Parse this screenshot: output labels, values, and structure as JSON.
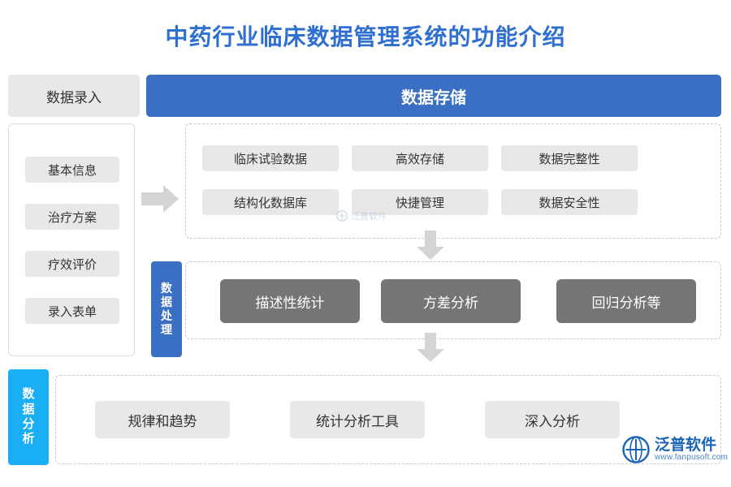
{
  "page": {
    "title": "中药行业临床数据管理系统的功能介绍"
  },
  "top": {
    "entry_label": "数据录入",
    "storage_label": "数据存储"
  },
  "left_panel": {
    "items": [
      {
        "label": "基本信息"
      },
      {
        "label": "治疗方案"
      },
      {
        "label": "疗效评价"
      },
      {
        "label": "录入表单"
      }
    ]
  },
  "storage_box": {
    "items": [
      {
        "label": "临床试验数据"
      },
      {
        "label": "高效存储"
      },
      {
        "label": "数据完整性"
      },
      {
        "label": "结构化数据库"
      },
      {
        "label": "快捷管理"
      },
      {
        "label": "数据安全性"
      }
    ]
  },
  "process": {
    "tab_label": "数据处理",
    "items": [
      {
        "label": "描述性统计"
      },
      {
        "label": "方差分析"
      },
      {
        "label": "回归分析等"
      }
    ]
  },
  "analysis": {
    "tab_label": "数据分析",
    "items": [
      {
        "label": "规律和趋势"
      },
      {
        "label": "统计分析工具"
      },
      {
        "label": "深入分析"
      }
    ]
  },
  "watermark": {
    "center_text": "泛普软件",
    "logo_main": "泛普软件",
    "logo_sub": "www.fanpusoft.com"
  },
  "colors": {
    "title": "#2f6fd0",
    "header_blue": "#3b6fc4",
    "tab_cyan": "#1aaef5",
    "chip_gray": "#e8e8e8",
    "chip_dark": "#757575",
    "arrow_gray": "#d0d0d0"
  }
}
